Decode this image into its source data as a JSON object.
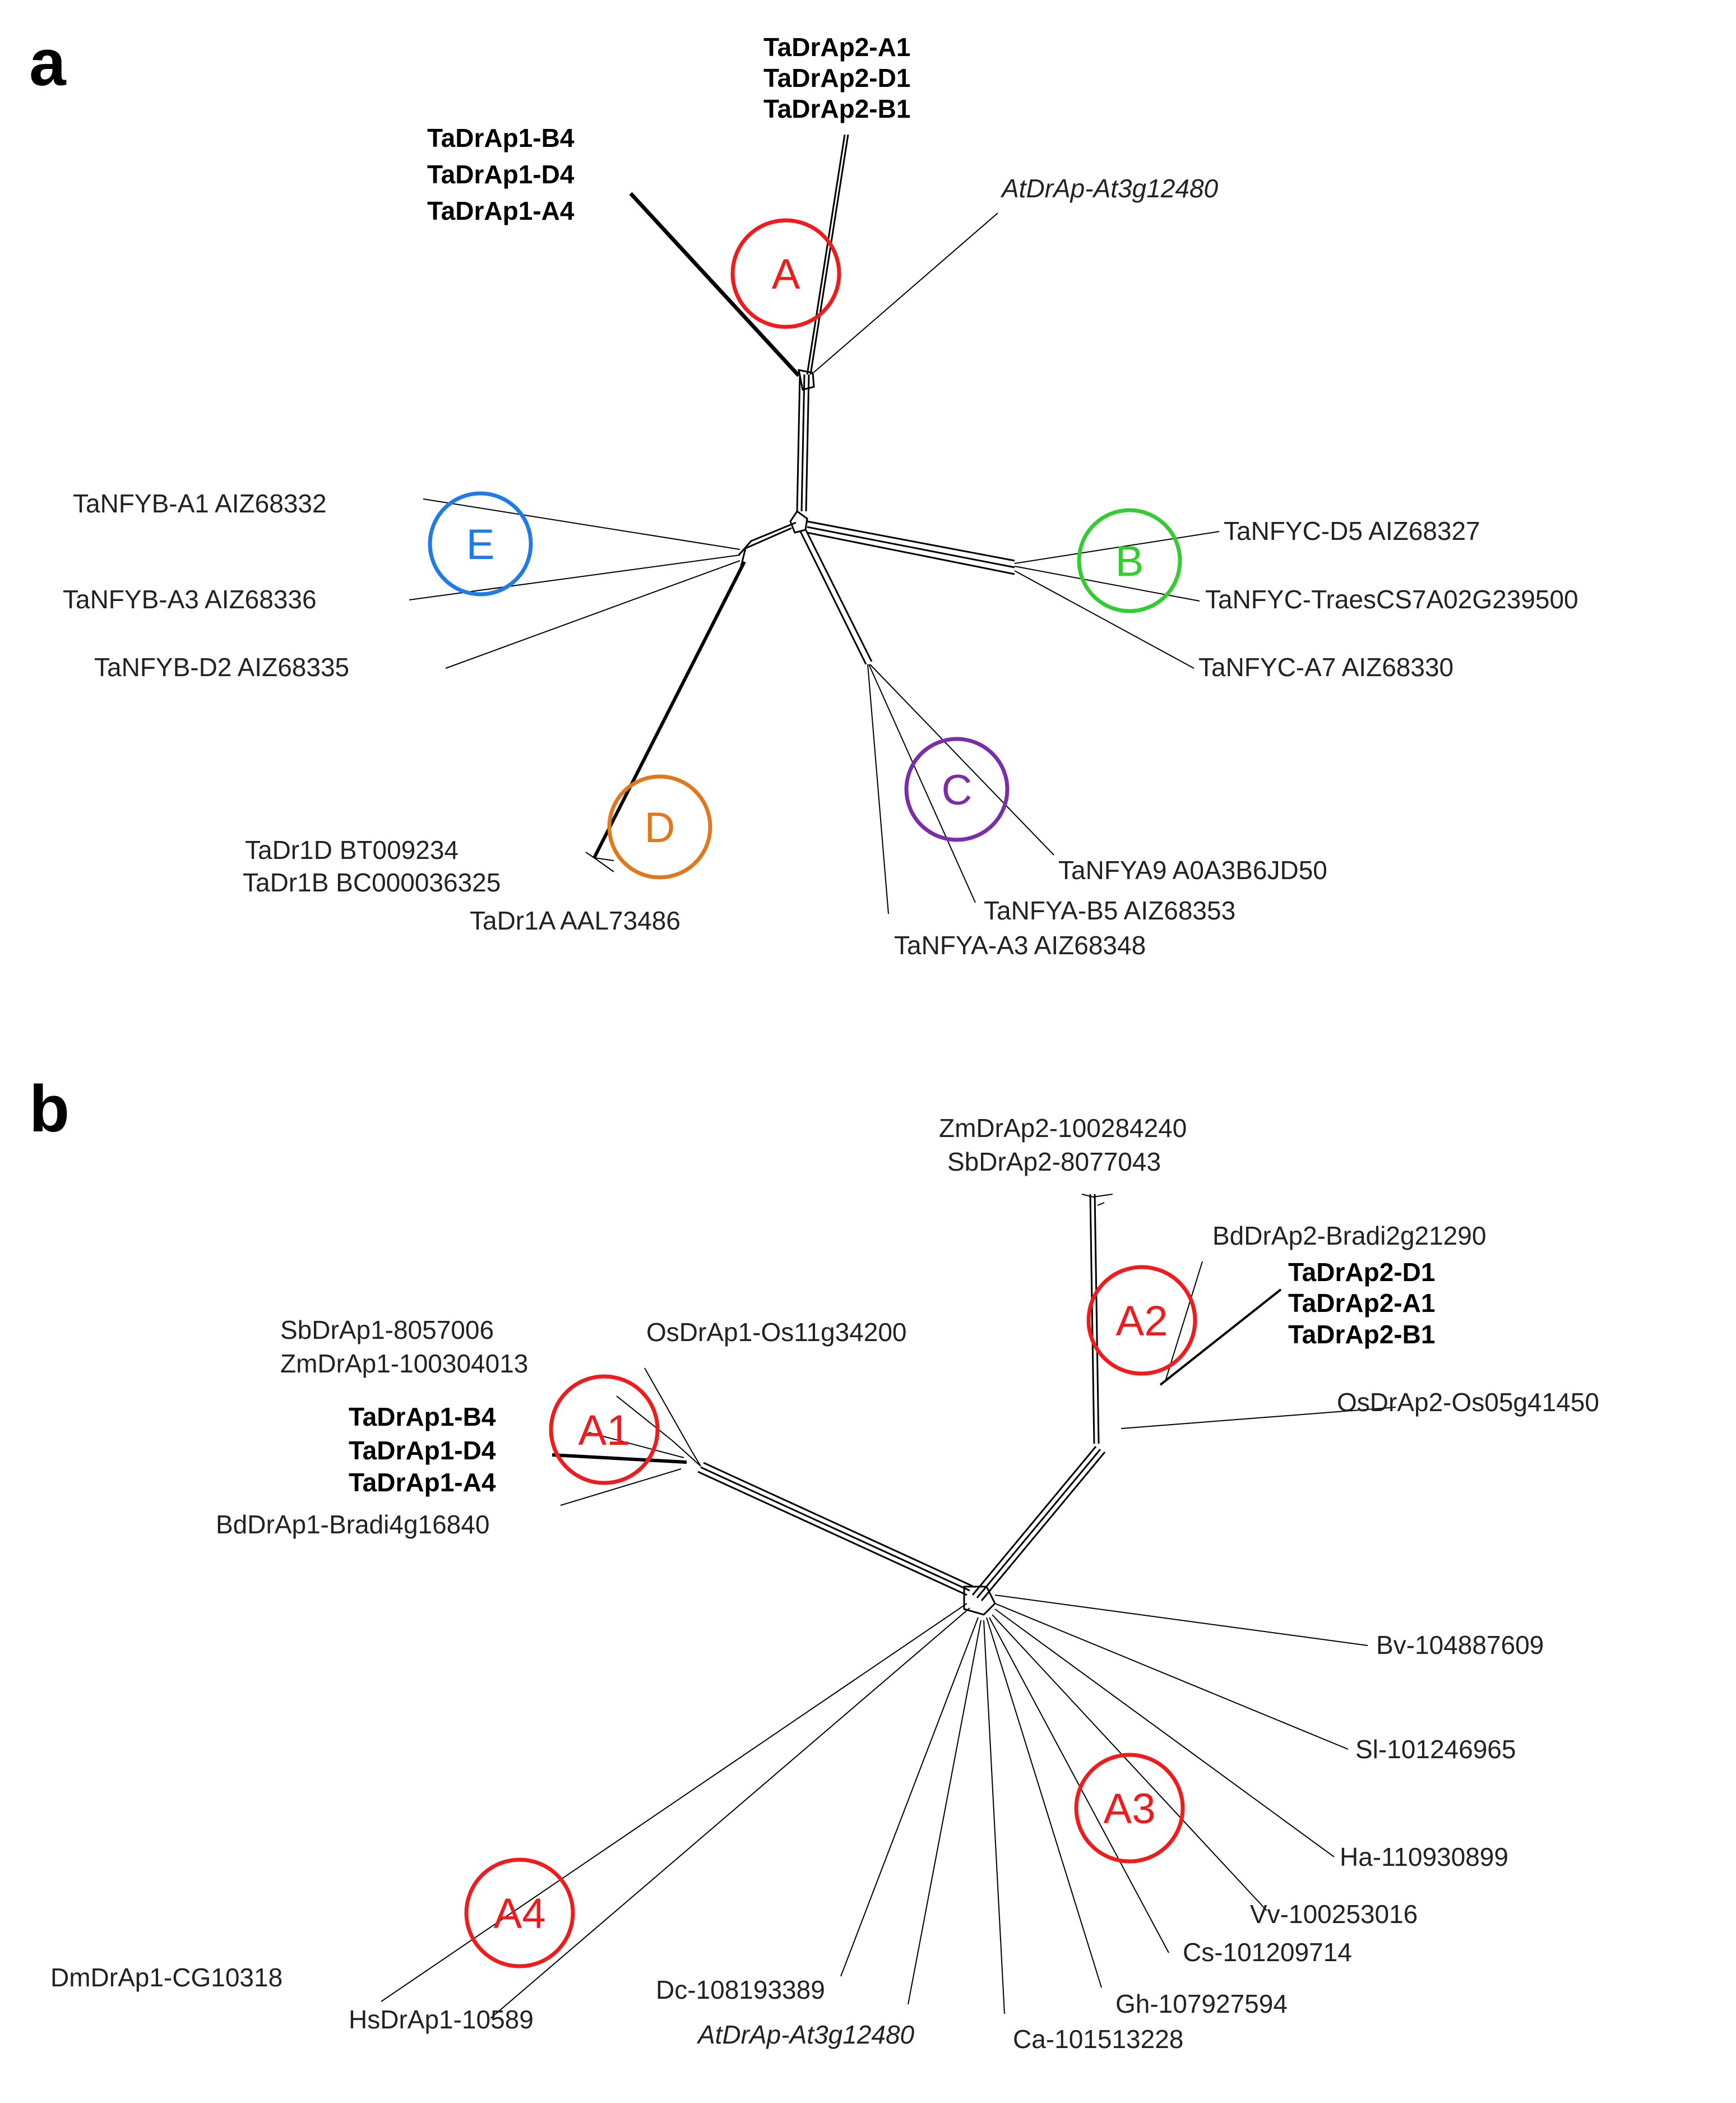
{
  "panels": [
    {
      "letter": "a",
      "leaves": [
        {
          "text": "TaDrAp2-A1",
          "style": "bold"
        },
        {
          "text": "TaDrAp2-D1",
          "style": "bold"
        },
        {
          "text": "TaDrAp2-B1",
          "style": "bold"
        },
        {
          "text": "TaDrAp1-B4",
          "style": "bold"
        },
        {
          "text": "TaDrAp1-D4",
          "style": "bold"
        },
        {
          "text": "TaDrAp1-A4",
          "style": "bold"
        },
        {
          "text": "AtDrAp-At3g12480",
          "style": "italic"
        },
        {
          "text": "TaNFYB-A1 AIZ68332",
          "style": "normal"
        },
        {
          "text": "TaNFYB-A3 AIZ68336",
          "style": "normal"
        },
        {
          "text": "TaNFYB-D2 AIZ68335",
          "style": "normal"
        },
        {
          "text": "TaNFYC-D5 AIZ68327",
          "style": "normal"
        },
        {
          "text": "TaNFYC-TraesCS7A02G239500",
          "style": "normal"
        },
        {
          "text": "TaNFYC-A7 AIZ68330",
          "style": "normal"
        },
        {
          "text": "TaDr1D BT009234",
          "style": "normal"
        },
        {
          "text": "TaDr1B BC000036325",
          "style": "normal"
        },
        {
          "text": "TaDr1A AAL73486",
          "style": "normal"
        },
        {
          "text": "TaNFYA9 A0A3B6JD50",
          "style": "normal"
        },
        {
          "text": "TaNFYA-B5 AIZ68353",
          "style": "normal"
        },
        {
          "text": "TaNFYA-A3 AIZ68348",
          "style": "normal"
        }
      ],
      "clades": [
        {
          "label": "A",
          "color": "#ee1c1c"
        },
        {
          "label": "E",
          "color": "#1e7be8"
        },
        {
          "label": "B",
          "color": "#33cc33"
        },
        {
          "label": "C",
          "color": "#7a2ea8"
        },
        {
          "label": "D",
          "color": "#e07820"
        }
      ]
    },
    {
      "letter": "b",
      "leaves": [
        {
          "text": "ZmDrAp2-100284240",
          "style": "normal"
        },
        {
          "text": "SbDrAp2-8077043",
          "style": "normal"
        },
        {
          "text": "BdDrAp2-Bradi2g21290",
          "style": "normal"
        },
        {
          "text": "TaDrAp2-D1",
          "style": "bold"
        },
        {
          "text": "TaDrAp2-A1",
          "style": "bold"
        },
        {
          "text": "TaDrAp2-B1",
          "style": "bold"
        },
        {
          "text": "OsDrAp2-Os05g41450",
          "style": "normal"
        },
        {
          "text": "SbDrAp1-8057006",
          "style": "normal"
        },
        {
          "text": "ZmDrAp1-100304013",
          "style": "normal"
        },
        {
          "text": "OsDrAp1-Os11g34200",
          "style": "normal"
        },
        {
          "text": "TaDrAp1-B4",
          "style": "bold"
        },
        {
          "text": "TaDrAp1-D4",
          "style": "bold"
        },
        {
          "text": "TaDrAp1-A4",
          "style": "bold"
        },
        {
          "text": "BdDrAp1-Bradi4g16840",
          "style": "normal"
        },
        {
          "text": "Bv-104887609",
          "style": "normal"
        },
        {
          "text": "Sl-101246965",
          "style": "normal"
        },
        {
          "text": "Ha-110930899",
          "style": "normal"
        },
        {
          "text": "Vv-100253016",
          "style": "normal"
        },
        {
          "text": "Cs-101209714",
          "style": "normal"
        },
        {
          "text": "Gh-107927594",
          "style": "normal"
        },
        {
          "text": "Ca-101513228",
          "style": "normal"
        },
        {
          "text": "AtDrAp-At3g12480",
          "style": "italic"
        },
        {
          "text": "Dc-108193389",
          "style": "normal"
        },
        {
          "text": "HsDrAp1-10589",
          "style": "normal"
        },
        {
          "text": "DmDrAp1-CG10318",
          "style": "normal"
        }
      ],
      "clades": [
        {
          "label": "A2",
          "color": "#ee1c1c"
        },
        {
          "label": "A1",
          "color": "#ee1c1c"
        },
        {
          "label": "A3",
          "color": "#ee1c1c"
        },
        {
          "label": "A4",
          "color": "#ee1c1c"
        }
      ]
    }
  ]
}
